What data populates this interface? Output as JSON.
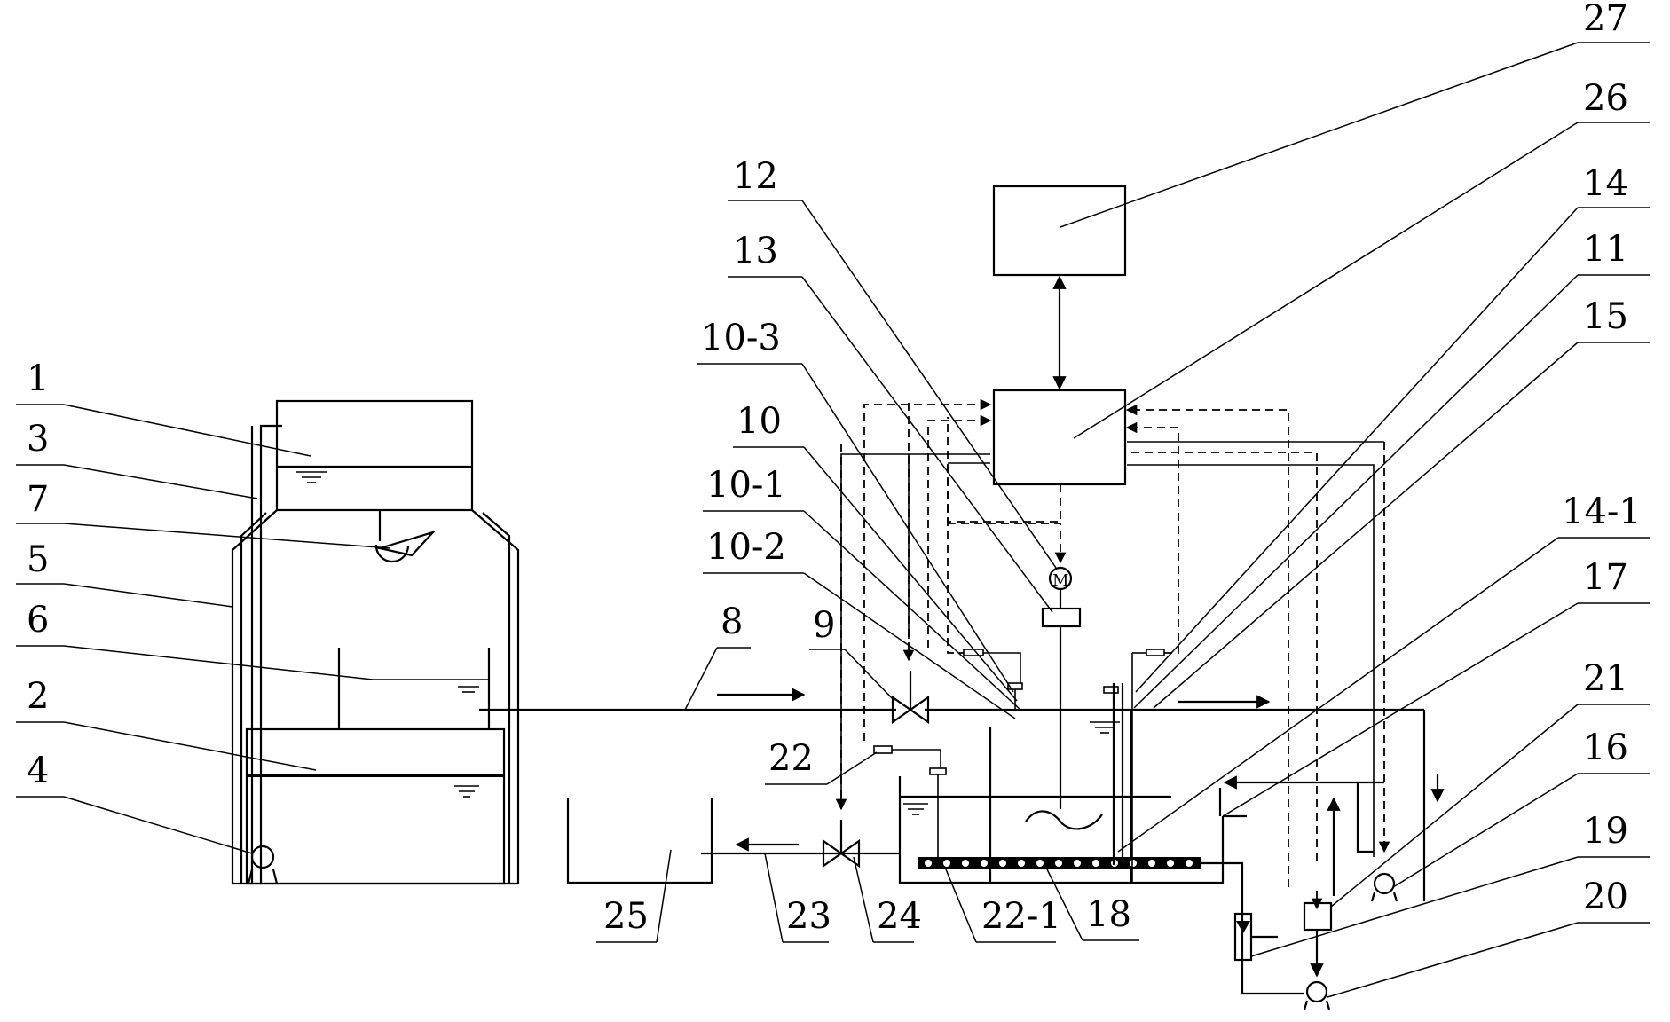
{
  "diagram": {
    "labels": {
      "l1": "1",
      "l2": "2",
      "l3": "3",
      "l4": "4",
      "l5": "5",
      "l6": "6",
      "l7": "7",
      "l8": "8",
      "l9": "9",
      "l10": "10",
      "l10_1": "10-1",
      "l10_2": "10-2",
      "l10_3": "10-3",
      "l11": "11",
      "l12": "12",
      "l13": "13",
      "l14": "14",
      "l14_1": "14-1",
      "l15": "15",
      "l16": "16",
      "l17": "17",
      "l18": "18",
      "l19": "19",
      "l20": "20",
      "l21": "21",
      "l22": "22",
      "l22_1": "22-1",
      "l23": "23",
      "l24": "24",
      "l25": "25",
      "l26": "26",
      "l27": "27"
    },
    "motor_symbol": "M"
  }
}
